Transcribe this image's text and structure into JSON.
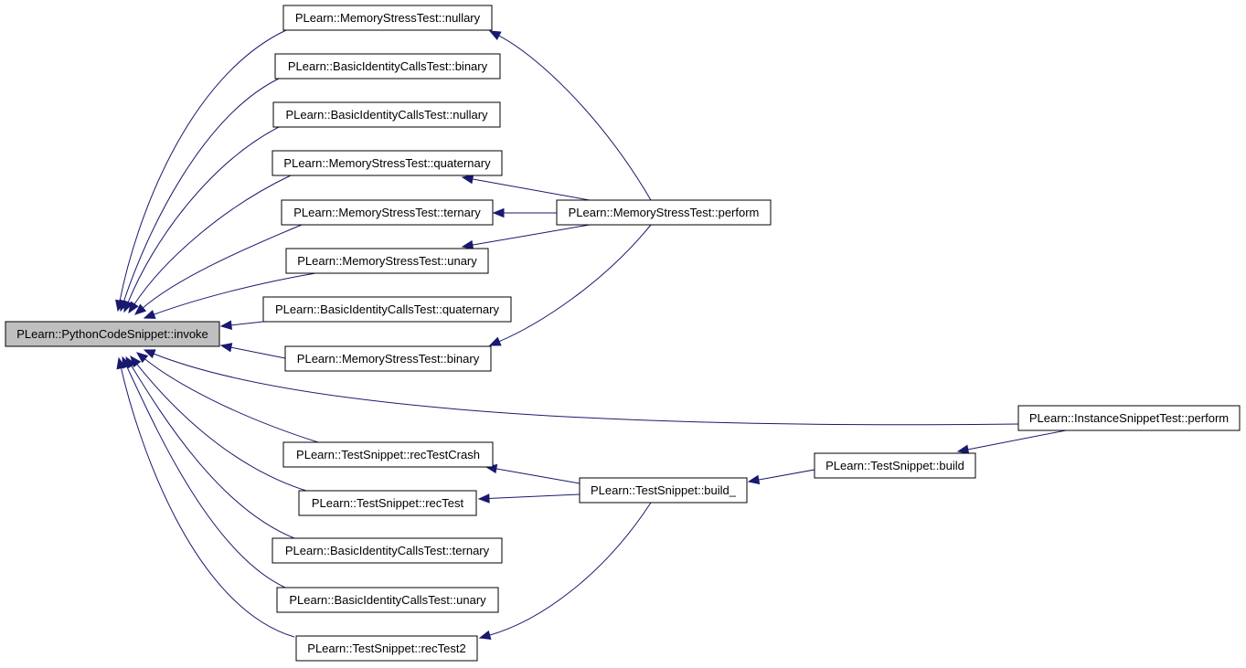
{
  "graph": {
    "nodes": [
      {
        "id": "invoke",
        "label": "PLearn::PythonCodeSnippet::invoke",
        "root": true
      },
      {
        "id": "mst_nullary",
        "label": "PLearn::MemoryStressTest::nullary"
      },
      {
        "id": "bict_binary",
        "label": "PLearn::BasicIdentityCallsTest::binary"
      },
      {
        "id": "bict_nullary",
        "label": "PLearn::BasicIdentityCallsTest::nullary"
      },
      {
        "id": "mst_quaternary",
        "label": "PLearn::MemoryStressTest::quaternary"
      },
      {
        "id": "mst_ternary",
        "label": "PLearn::MemoryStressTest::ternary"
      },
      {
        "id": "mst_unary",
        "label": "PLearn::MemoryStressTest::unary"
      },
      {
        "id": "bict_quaternary",
        "label": "PLearn::BasicIdentityCallsTest::quaternary"
      },
      {
        "id": "mst_binary",
        "label": "PLearn::MemoryStressTest::binary"
      },
      {
        "id": "ts_recTestCrash",
        "label": "PLearn::TestSnippet::recTestCrash"
      },
      {
        "id": "ts_recTest",
        "label": "PLearn::TestSnippet::recTest"
      },
      {
        "id": "bict_ternary",
        "label": "PLearn::BasicIdentityCallsTest::ternary"
      },
      {
        "id": "bict_unary",
        "label": "PLearn::BasicIdentityCallsTest::unary"
      },
      {
        "id": "ts_recTest2",
        "label": "PLearn::TestSnippet::recTest2"
      },
      {
        "id": "mst_perform",
        "label": "PLearn::MemoryStressTest::perform"
      },
      {
        "id": "ist_perform",
        "label": "PLearn::InstanceSnippetTest::perform"
      },
      {
        "id": "ts_build_",
        "label": "PLearn::TestSnippet::build_"
      },
      {
        "id": "ts_build",
        "label": "PLearn::TestSnippet::build"
      }
    ],
    "edges": [
      {
        "from": "mst_nullary",
        "to": "invoke"
      },
      {
        "from": "bict_binary",
        "to": "invoke"
      },
      {
        "from": "bict_nullary",
        "to": "invoke"
      },
      {
        "from": "mst_quaternary",
        "to": "invoke"
      },
      {
        "from": "mst_ternary",
        "to": "invoke"
      },
      {
        "from": "mst_unary",
        "to": "invoke"
      },
      {
        "from": "bict_quaternary",
        "to": "invoke"
      },
      {
        "from": "mst_binary",
        "to": "invoke"
      },
      {
        "from": "ist_perform",
        "to": "invoke"
      },
      {
        "from": "ts_recTestCrash",
        "to": "invoke"
      },
      {
        "from": "ts_recTest",
        "to": "invoke"
      },
      {
        "from": "bict_ternary",
        "to": "invoke"
      },
      {
        "from": "bict_unary",
        "to": "invoke"
      },
      {
        "from": "ts_recTest2",
        "to": "invoke"
      },
      {
        "from": "mst_perform",
        "to": "mst_nullary"
      },
      {
        "from": "mst_perform",
        "to": "mst_quaternary"
      },
      {
        "from": "mst_perform",
        "to": "mst_ternary"
      },
      {
        "from": "mst_perform",
        "to": "mst_unary"
      },
      {
        "from": "mst_perform",
        "to": "mst_binary"
      },
      {
        "from": "ts_build_",
        "to": "ts_recTestCrash"
      },
      {
        "from": "ts_build_",
        "to": "ts_recTest"
      },
      {
        "from": "ts_build_",
        "to": "ts_recTest2"
      },
      {
        "from": "ts_build",
        "to": "ts_build_"
      },
      {
        "from": "ist_perform",
        "to": "ts_build"
      }
    ],
    "colors": {
      "edge": "#191970",
      "root_fill": "#bfbfbf",
      "node_fill": "#ffffff",
      "node_border": "#000000"
    }
  }
}
